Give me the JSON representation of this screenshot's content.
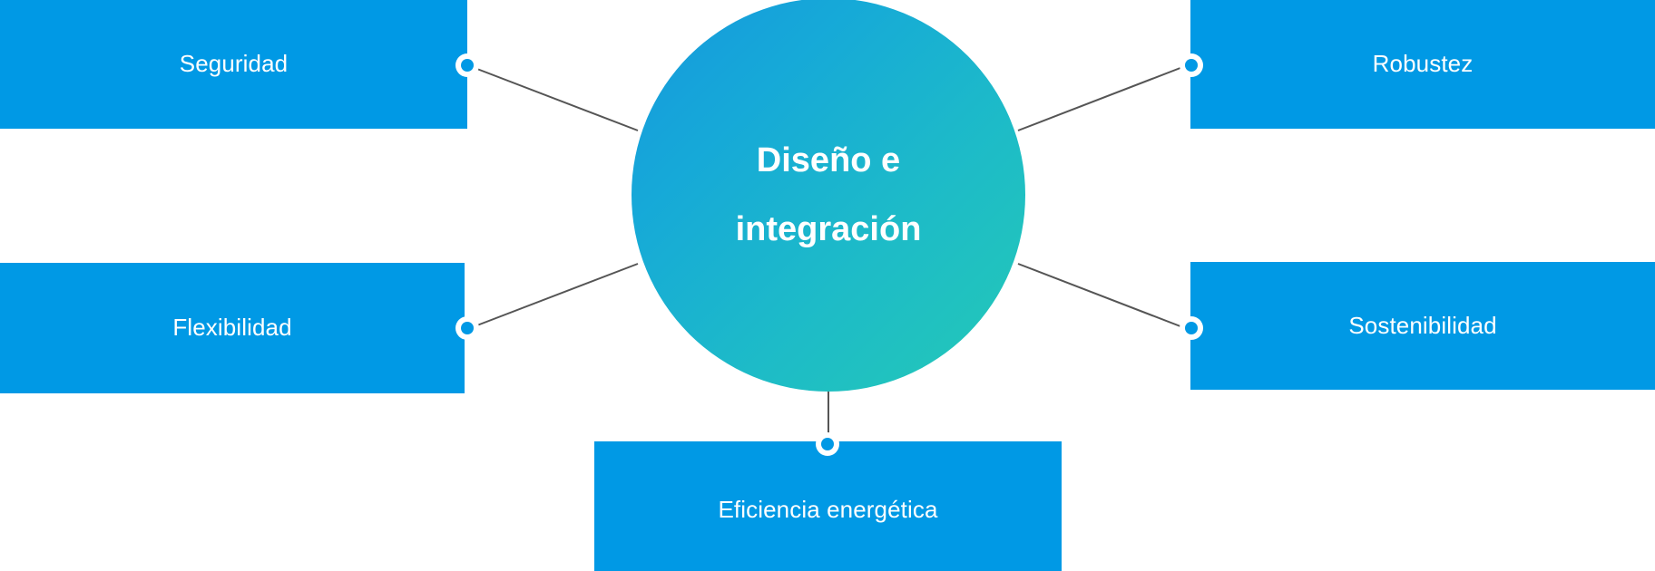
{
  "diagram": {
    "type": "hub-and-spoke",
    "title": "Diseño e integración",
    "hub": {
      "line1": "Diseño e",
      "line2": "integración",
      "gradient_from": "#1597dd",
      "gradient_to": "#24c9b6",
      "text_color": "#ffffff"
    },
    "node_color": "#0099e5",
    "node_text_color": "#ffffff",
    "connector_color": "#555555",
    "knob_ring_color": "#ffffff",
    "knob_fill_color": "#0099e5",
    "background": "#ffffff",
    "nodes": [
      {
        "id": "seguridad",
        "label": "Seguridad",
        "position": "top-left"
      },
      {
        "id": "robustez",
        "label": "Robustez",
        "position": "top-right"
      },
      {
        "id": "flexibilidad",
        "label": "Flexibilidad",
        "position": "bottom-left"
      },
      {
        "id": "sostenibilidad",
        "label": "Sostenibilidad",
        "position": "bottom-right"
      },
      {
        "id": "eficiencia",
        "label": "Eficiencia energética",
        "position": "bottom-center"
      }
    ]
  }
}
